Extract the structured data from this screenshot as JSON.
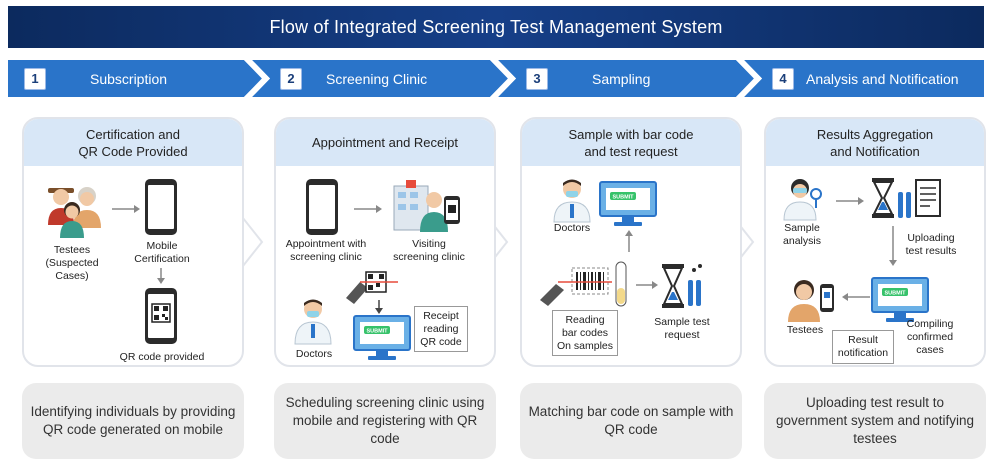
{
  "title": "Flow of Integrated Screening Test Management System",
  "steps": [
    {
      "num": "1",
      "label": "Subscription"
    },
    {
      "num": "2",
      "label": "Screening Clinic"
    },
    {
      "num": "3",
      "label": "Sampling"
    },
    {
      "num": "4",
      "label": "Analysis and Notification"
    }
  ],
  "cards": [
    {
      "heading": "Certification and\nQR Code Provided",
      "labels": {
        "testees": "Testees\n(Suspected\nCases)",
        "mobile_cert": "Mobile\nCertification",
        "qr_provided": "QR code provided"
      },
      "description": "Identifying individuals by providing QR code generated on mobile"
    },
    {
      "heading": "Appointment and Receipt",
      "labels": {
        "appointment": "Appointment with\nscreening clinic",
        "visiting": "Visiting\nscreening clinic",
        "receipt": "Receipt\nreading\nQR code",
        "doctors": "Doctors",
        "submit": "SUBMIT"
      },
      "description": "Scheduling screening clinic using mobile and registering with QR code"
    },
    {
      "heading": "Sample with bar code\nand test request",
      "labels": {
        "doctors": "Doctors",
        "reading": "Reading\nbar codes\nOn samples",
        "sample_request": "Sample test\nrequest",
        "submit": "SUBMIT"
      },
      "description": "Matching bar code on sample with QR code"
    },
    {
      "heading": "Results Aggregation\nand Notification",
      "labels": {
        "sample_analysis": "Sample\nanalysis",
        "uploading": "Uploading\ntest results",
        "testees": "Testees",
        "result_notification": "Result\nnotification",
        "compiling": "Compiling\nconfirmed\ncases",
        "submit": "SUBMIT"
      },
      "description": "Uploading test result to government system and notifying testees"
    }
  ],
  "colors": {
    "title_bg": "#0c2a5e",
    "step_bg": "#2a74c9",
    "card_head": "#d8e7f7",
    "desc_bg": "#ebebeb"
  }
}
